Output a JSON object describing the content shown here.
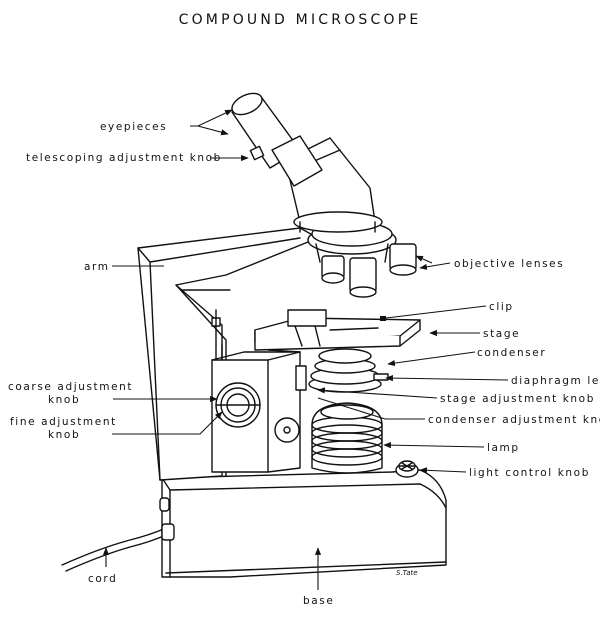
{
  "title": "COMPOUND   MICROSCOPE",
  "signature": "S.Tate",
  "labels": {
    "eyepieces": "eyepieces",
    "telescoping": "telescoping adjustment knob",
    "arm": "arm",
    "objective": "objective lenses",
    "clip": "clip",
    "stage": "stage",
    "condenser": "condenser",
    "diaphragm": "diaphragm lever",
    "coarse_1": "coarse adjustment",
    "coarse_2": "knob",
    "stage_knob": "stage adjustment knob",
    "fine_1": "fine adjustment",
    "fine_2": "knob",
    "condenser_knob": "condenser adjustment knob",
    "lamp": "lamp",
    "light": "light control knob",
    "cord": "cord",
    "base": "base"
  }
}
